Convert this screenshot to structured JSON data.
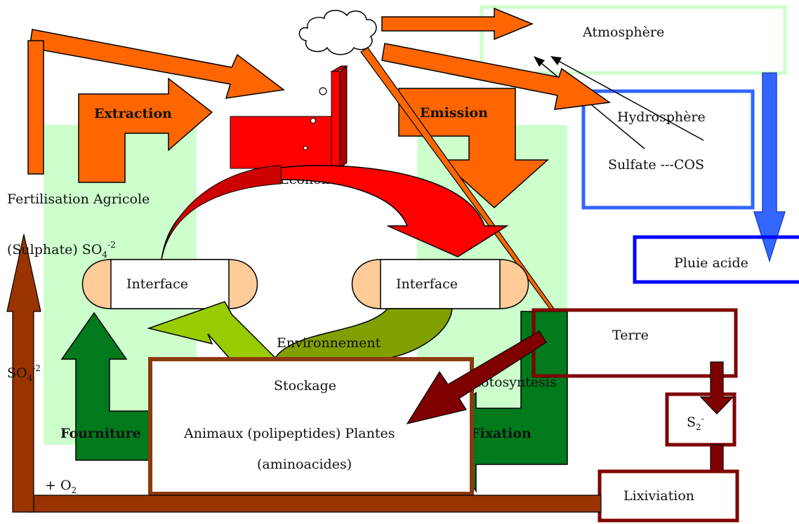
{
  "labels": {
    "extraction": "Extraction",
    "emission": "Emission",
    "atmosphere": "Atmosphère",
    "hydrosphere": "Hydrosphère",
    "sulfate_cos": "Sulfate ---COS",
    "economie": "Economie",
    "fertilisation": "Fertilisation Agricole",
    "sulphate_prefix": "(Sulphate) SO",
    "so4_sub": "4",
    "so4_sup": "-2",
    "so4_left": "SO",
    "pluie_acide": "Pluie acide",
    "interface_left": "Interface",
    "interface_right": "Interface",
    "environnement": "Environnement",
    "terre": "Terre",
    "stockage": "Stockage",
    "photosyntesis": "Photosyntesis",
    "animaux_plantes": "Animaux (polipeptides) Plantes",
    "aminoacides": "(aminoacides)",
    "fourniture": "Fourniture",
    "fixation": "Fixation",
    "s2": "S",
    "s2_sub": "2",
    "s2_sup": "-",
    "lixiviation": "Lixiviation",
    "o2": "+ O",
    "o2_sub": "2"
  },
  "colors": {
    "orange": "#ff6600",
    "red": "#ff0000",
    "dark_red": "#cc0000",
    "light_green_bg": "#ccffcc",
    "dark_green": "#007a1c",
    "lime": "#99cc00",
    "olive": "#7fa000",
    "blue_box": "#3366ff",
    "blue_arrow": "#3366ff",
    "dark_blue": "#0000ff",
    "maroon": "#800000",
    "brown": "#993300",
    "stockage_border": "#8b3a0e",
    "peach": "#ffcc99"
  }
}
